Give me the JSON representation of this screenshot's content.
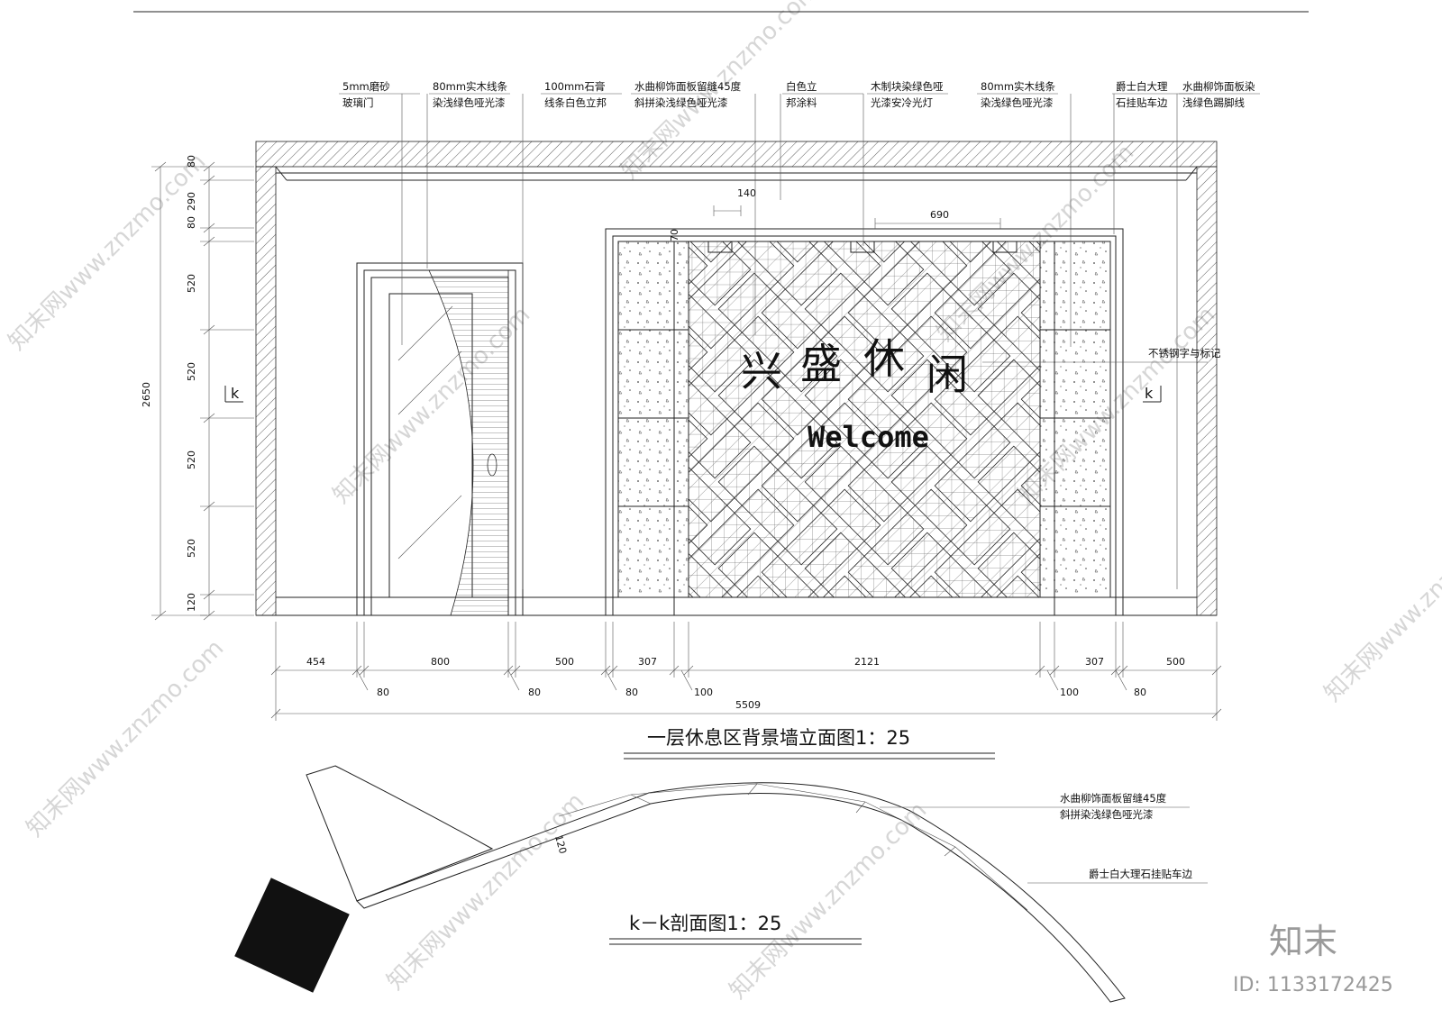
{
  "annotations_top": [
    {
      "line1": "5mm磨砂",
      "line2": "玻璃门"
    },
    {
      "line1": "80mm实木线条",
      "line2": "染浅绿色哑光漆"
    },
    {
      "line1": "100mm石膏",
      "line2": "线条白色立邦"
    },
    {
      "line1": "水曲柳饰面板留缝45度",
      "line2": "斜拼染浅绿色哑光漆"
    },
    {
      "line1": "白色立",
      "line2": "邦涂料"
    },
    {
      "line1": "木制块染绿色哑",
      "line2": "光漆安冷光灯"
    },
    {
      "line1": "80mm实木线条",
      "line2": "染浅绿色哑光漆"
    },
    {
      "line1": "爵士白大理",
      "line2": "石挂贴车边"
    },
    {
      "line1": "水曲柳饰面板染",
      "line2": "浅绿色踢脚线"
    }
  ],
  "side_note": "不锈钢字与标记",
  "sign": {
    "chars": [
      "兴",
      "盛",
      "休",
      "闲"
    ],
    "welcome": "Welcome"
  },
  "section_marker": "k",
  "dims_vertical": {
    "total": "2650",
    "parts": [
      "80",
      "290",
      "80",
      "520",
      "520",
      "520",
      "520",
      "120"
    ]
  },
  "dims_top": {
    "light_spacing": "690",
    "light_width": "140",
    "light_offset": "70"
  },
  "dims_row1": [
    "454",
    "800",
    "500",
    "307",
    "2121",
    "307",
    "500"
  ],
  "dims_row2": [
    "80",
    "80",
    "80",
    "100",
    "100",
    "80"
  ],
  "dims_total": "5509",
  "elevation_title": "一层休息区背景墙立面图1：25",
  "section": {
    "title": "k－k剖面图1：25",
    "note1_line1": "水曲柳饰面板留缝45度",
    "note1_line2": "斜拼染浅绿色哑光漆",
    "note2": "爵士白大理石挂贴车边",
    "dim": "120"
  },
  "watermark": {
    "text": "知末网www.znzmo.com",
    "logo": "知末",
    "id": "ID: 1133172425"
  }
}
